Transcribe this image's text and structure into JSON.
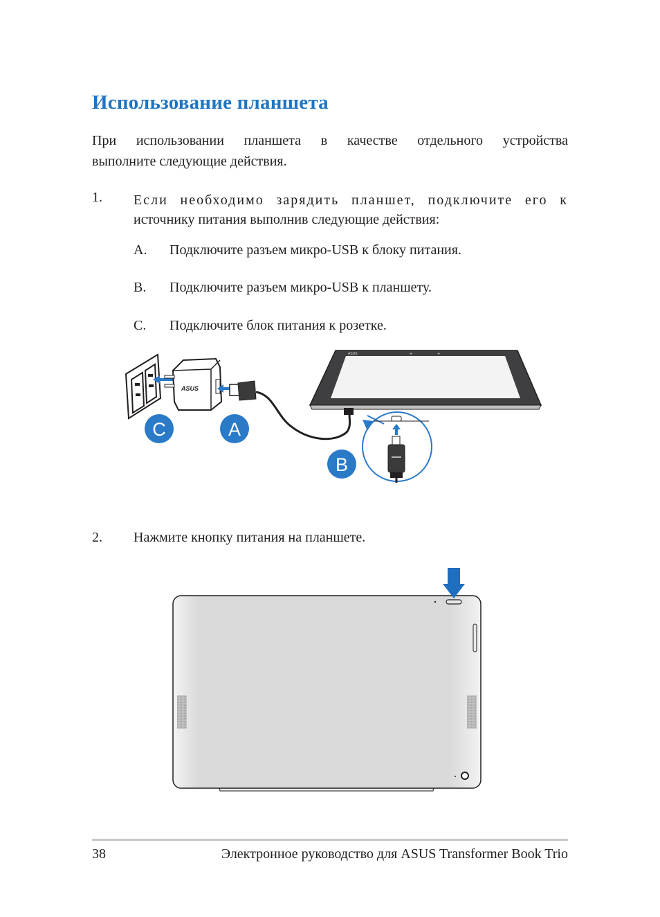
{
  "page": {
    "title": "Использование планшета",
    "intro_line1": "При использовании планшета в качестве отдельного устройства",
    "intro_line2": "выполните следующие действия.",
    "steps": [
      {
        "number": "1.",
        "line1": "Если необходимо зарядить планшет, подключите его к",
        "line2": "источнику питания выполнив следующие действия:",
        "substeps": [
          {
            "letter": "A.",
            "text": "Подключите разъем микро-USB к блоку питания."
          },
          {
            "letter": "B.",
            "text": "Подключите разъем микро-USB к планшету."
          },
          {
            "letter": "C.",
            "text": "Подключите блок питания к розетке."
          }
        ]
      },
      {
        "number": "2.",
        "line1": "Нажмите кнопку питания на планшете."
      }
    ]
  },
  "illustrations": {
    "charging": {
      "badges": [
        "C",
        "A",
        "B"
      ],
      "adapter_brand": "ASUS",
      "tablet_brand": "ASUS",
      "accent_color": "#2a7ac8"
    },
    "power_button": {
      "arrow_color": "#1f6fc0"
    }
  },
  "footer": {
    "page_number": "38",
    "title": "Электронное руководство для ASUS Transformer Book Trio"
  }
}
